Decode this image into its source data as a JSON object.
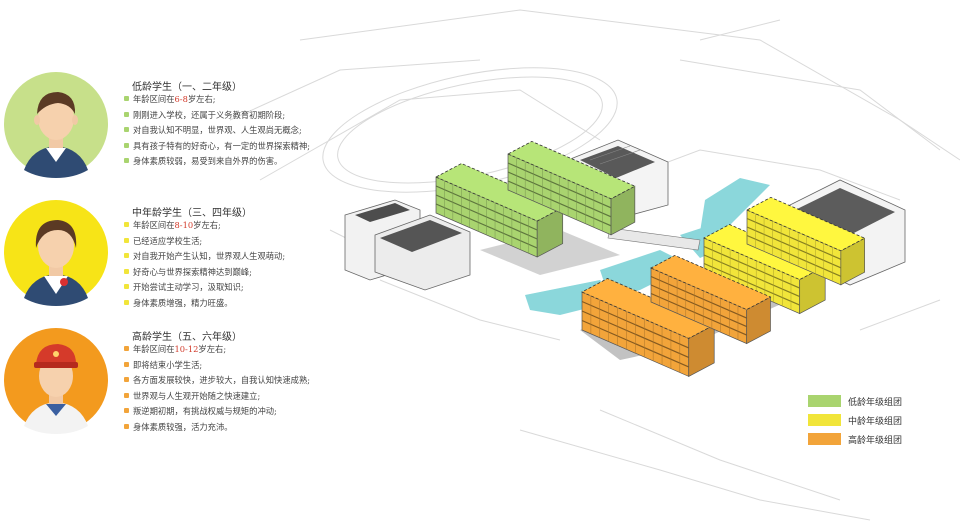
{
  "colors": {
    "low_grade": "#a9d46f",
    "mid_grade": "#f1e53a",
    "high_grade": "#f2a43a",
    "low_avatar_bg": "#c7e08a",
    "mid_avatar_bg": "#f7e417",
    "high_avatar_bg": "#f39a1e",
    "water": "#7fd3d8",
    "gray_building": "#9a9a9a"
  },
  "groups": [
    {
      "key": "low",
      "title": "低龄学生（一、二年级）",
      "avatar_icon": "boy-student-icon",
      "bullets": [
        {
          "pre": "年龄区间在",
          "hl": "6-8",
          "post": "岁左右;"
        },
        {
          "pre": "刚刚进入学校，还属于义务教育初期阶段;",
          "hl": "",
          "post": ""
        },
        {
          "pre": "对自我认知不明显，世界观、人生观尚无概念;",
          "hl": "",
          "post": ""
        },
        {
          "pre": "具有孩子特有的好奇心，有一定的世界探索精神;",
          "hl": "",
          "post": ""
        },
        {
          "pre": "身体素质较弱，易受到来自外界的伤害。",
          "hl": "",
          "post": ""
        }
      ]
    },
    {
      "key": "mid",
      "title": "中年龄学生（三、四年级）",
      "avatar_icon": "girl-student-icon",
      "bullets": [
        {
          "pre": "年龄区间在",
          "hl": "8-10",
          "post": "岁左右;"
        },
        {
          "pre": "已经适应学校生活;",
          "hl": "",
          "post": ""
        },
        {
          "pre": "对自我开始产生认知，世界观人生观萌动;",
          "hl": "",
          "post": ""
        },
        {
          "pre": "好奇心与世界探索精神达到巅峰;",
          "hl": "",
          "post": ""
        },
        {
          "pre": "开始尝试主动学习，汲取知识;",
          "hl": "",
          "post": ""
        },
        {
          "pre": "身体素质增强，精力旺盛。",
          "hl": "",
          "post": ""
        }
      ]
    },
    {
      "key": "high",
      "title": "高龄学生（五、六年级）",
      "avatar_icon": "boy-cap-student-icon",
      "bullets": [
        {
          "pre": "年龄区间在",
          "hl": "10-12",
          "post": "岁左右;"
        },
        {
          "pre": "即将结束小学生活;",
          "hl": "",
          "post": ""
        },
        {
          "pre": "各方面发展较快，进步较大，自我认知快速成熟;",
          "hl": "",
          "post": ""
        },
        {
          "pre": "世界观与人生观开始随之快速建立;",
          "hl": "",
          "post": ""
        },
        {
          "pre": "叛逆期初期，有挑战权威与规矩的冲动;",
          "hl": "",
          "post": ""
        },
        {
          "pre": "身体素质较强，活力充沛。",
          "hl": "",
          "post": ""
        }
      ]
    }
  ],
  "legend": [
    {
      "key": "low",
      "label": "低龄年级组团"
    },
    {
      "key": "mid",
      "label": "中龄年级组团"
    },
    {
      "key": "high",
      "label": "高龄年级组团"
    }
  ]
}
